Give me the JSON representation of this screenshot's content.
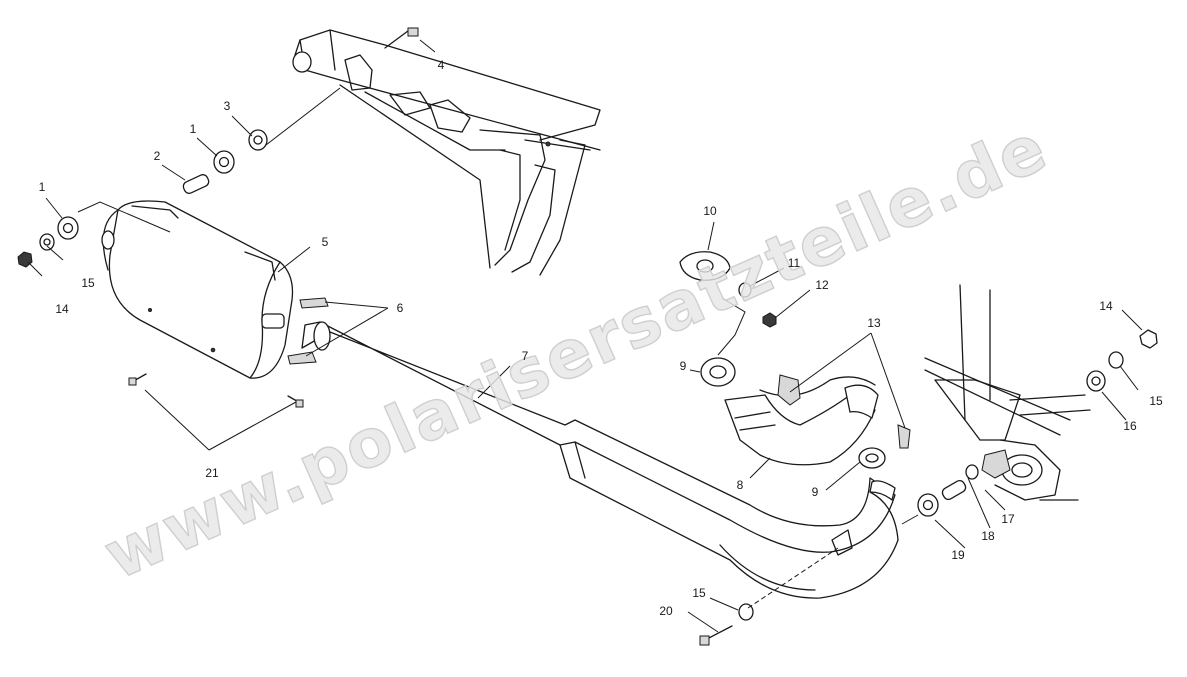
{
  "diagram": {
    "watermark": "www.polarisersatzteile.de",
    "callouts": [
      {
        "id": "c1a",
        "text": "1"
      },
      {
        "id": "c1b",
        "text": "1"
      },
      {
        "id": "c2",
        "text": "2"
      },
      {
        "id": "c3",
        "text": "3"
      },
      {
        "id": "c4",
        "text": "4"
      },
      {
        "id": "c5",
        "text": "5"
      },
      {
        "id": "c6",
        "text": "6"
      },
      {
        "id": "c7",
        "text": "7"
      },
      {
        "id": "c8",
        "text": "8"
      },
      {
        "id": "c9a",
        "text": "9"
      },
      {
        "id": "c9b",
        "text": "9"
      },
      {
        "id": "c10",
        "text": "10"
      },
      {
        "id": "c11",
        "text": "11"
      },
      {
        "id": "c12",
        "text": "12"
      },
      {
        "id": "c13",
        "text": "13"
      },
      {
        "id": "c14a",
        "text": "14"
      },
      {
        "id": "c14b",
        "text": "14"
      },
      {
        "id": "c15a",
        "text": "15"
      },
      {
        "id": "c15b",
        "text": "15"
      },
      {
        "id": "c15c",
        "text": "15"
      },
      {
        "id": "c16",
        "text": "16"
      },
      {
        "id": "c17",
        "text": "17"
      },
      {
        "id": "c18",
        "text": "18"
      },
      {
        "id": "c19",
        "text": "19"
      },
      {
        "id": "c20",
        "text": "20"
      },
      {
        "id": "c21",
        "text": "21"
      }
    ]
  }
}
